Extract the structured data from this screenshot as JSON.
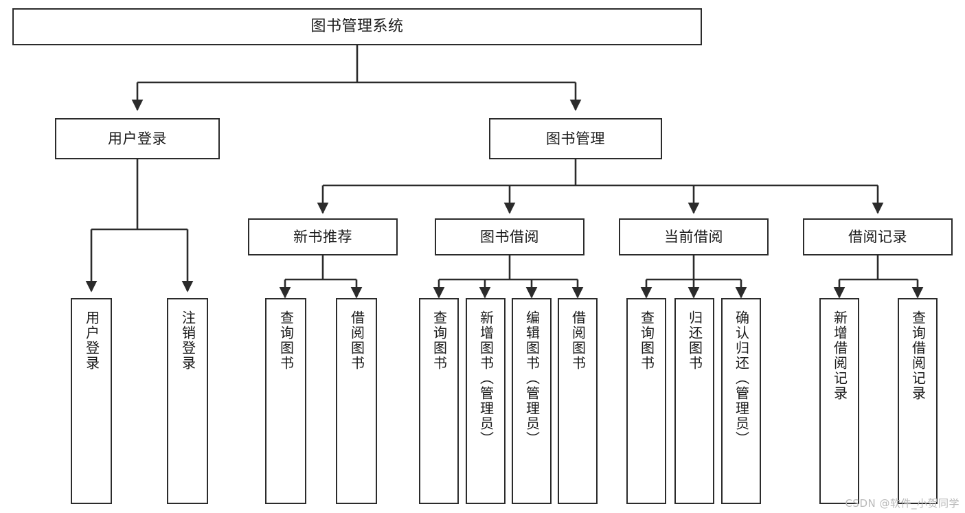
{
  "diagram": {
    "title": "图书管理系统",
    "type": "tree",
    "watermark": "CSDN @软件_小贺同学",
    "colors": {
      "background": "#ffffff",
      "node_border": "#2b2b2b",
      "node_fill": "#ffffff",
      "text": "#1a1a1a",
      "connector": "#2b2b2b",
      "watermark": "#b9b9b9"
    },
    "root": {
      "label": "图书管理系统"
    },
    "level1": [
      {
        "label": "用户登录"
      },
      {
        "label": "图书管理"
      }
    ],
    "level2": [
      {
        "label": "新书推荐"
      },
      {
        "label": "图书借阅"
      },
      {
        "label": "当前借阅"
      },
      {
        "label": "借阅记录"
      }
    ],
    "leaves": {
      "user_login": [
        {
          "label": "用户登录"
        },
        {
          "label": "注销登录"
        }
      ],
      "new_book_recommend": [
        {
          "label": "查询图书"
        },
        {
          "label": "借阅图书"
        }
      ],
      "book_borrow": [
        {
          "label": "查询图书"
        },
        {
          "label": "新增图书（管理员）"
        },
        {
          "label": "编辑图书（管理员）"
        },
        {
          "label": "借阅图书"
        }
      ],
      "current_borrow": [
        {
          "label": "查询图书"
        },
        {
          "label": "归还图书"
        },
        {
          "label": "确认归还（管理员）"
        }
      ],
      "borrow_record": [
        {
          "label": "新增借阅记录"
        },
        {
          "label": "查询借阅记录"
        }
      ]
    }
  }
}
